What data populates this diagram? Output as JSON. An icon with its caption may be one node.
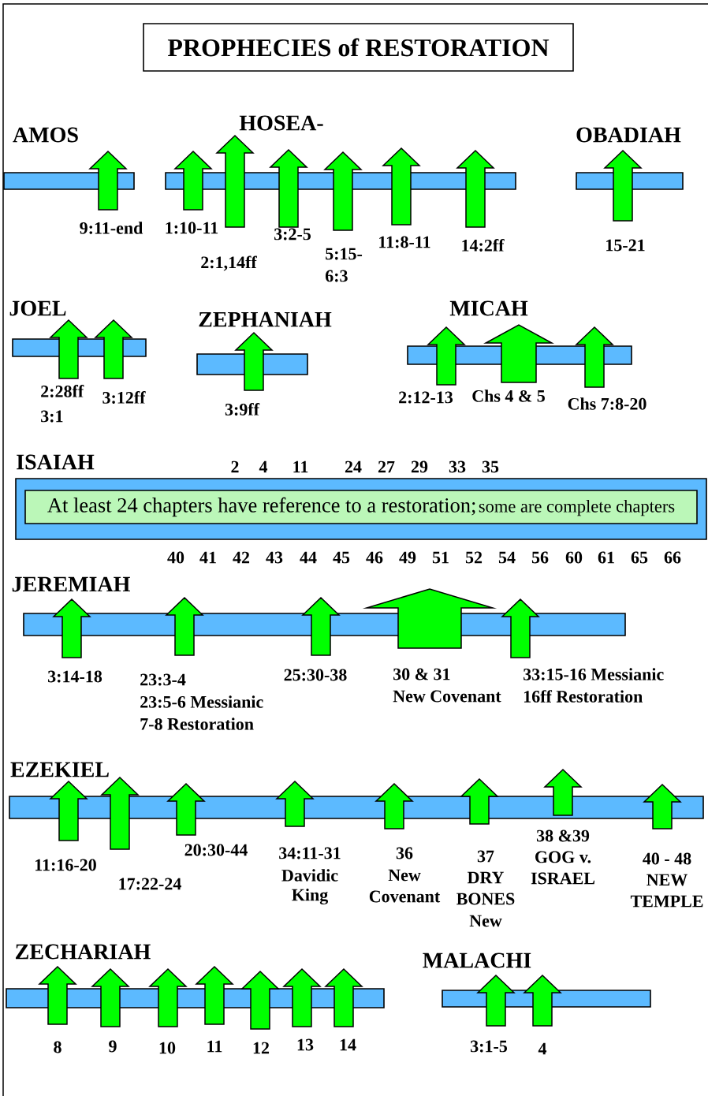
{
  "diagram": {
    "title": "PROPHECIES of RESTORATION",
    "nodes": [
      {
        "text": [
          "AMOS"
        ]
      },
      {
        "text": [
          "HOSEA-"
        ]
      },
      {
        "text": [
          "OBADIAH"
        ]
      },
      {
        "text": [
          "JOEL"
        ]
      },
      {
        "text": [
          "ZEPHANIAH"
        ]
      },
      {
        "text": [
          "MICAH"
        ]
      },
      {
        "text": [
          "ISAIAH"
        ]
      },
      {
        "text": [
          "At least 24 chapters have reference to a restoration;",
          "some are complete chapters"
        ],
        "in": 6
      },
      {
        "text": [
          "JEREMIAH"
        ]
      },
      {
        "text": [
          "EZEKIEL"
        ]
      },
      {
        "text": [
          "ZECHARIAH"
        ]
      },
      {
        "text": [
          "MALACHI"
        ]
      }
    ],
    "labels": [
      "9:11-end",
      "1:10-11",
      "2:1,14ff",
      "3:2-5",
      "5:15-",
      "6:3",
      "11:8-11",
      "14:2ff",
      "15-21",
      "2:28ff",
      "3:1",
      "3:12ff",
      "3:9ff",
      "2:12-13",
      "Chs 4 & 5",
      "Chs 7:8-20",
      "2",
      "4",
      "11",
      "24",
      "27",
      "29",
      "33",
      "35",
      "40",
      "41",
      "42",
      "43",
      "44",
      "45",
      "46",
      "49",
      "51",
      "52",
      "54",
      "56",
      "60",
      "61",
      "65",
      "66",
      "3:14-18",
      "23:3-4",
      "23:5-6 Messianic",
      "7-8 Restoration",
      "25:30-38",
      "30 & 31",
      "New Covenant",
      "33:15-16 Messianic",
      "16ff Restoration",
      "11:16-20",
      "17:22-24",
      "20:30-44",
      "34:11-31",
      "Davidic",
      "King",
      "36",
      "New",
      "Covenant",
      "37",
      "DRY",
      "BONES",
      "New",
      "38 &39",
      "GOG v.",
      "ISRAEL",
      "40 - 48",
      "NEW",
      "TEMPLE",
      "8",
      "9",
      "10",
      "11",
      "12",
      "13",
      "14",
      "3:1-5",
      "4"
    ]
  }
}
